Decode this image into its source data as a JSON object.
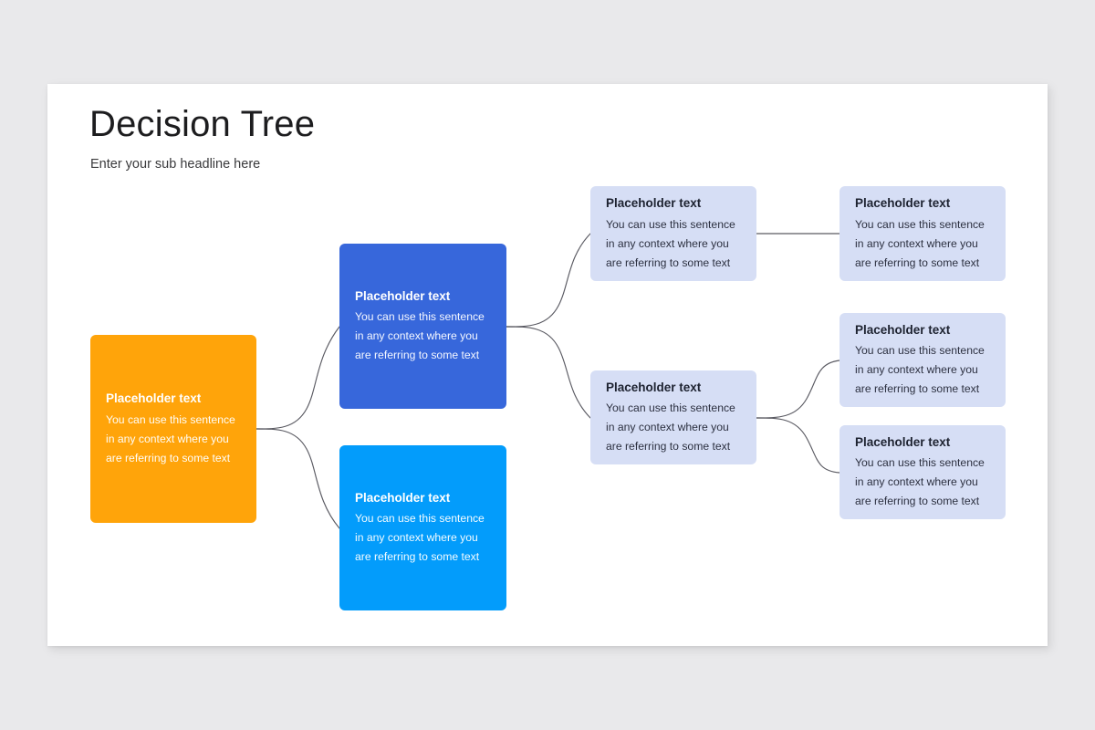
{
  "slide": {
    "title": "Decision Tree",
    "subtitle": "Enter your sub headline here",
    "background_color": "#e9e9eb",
    "surface_color": "#ffffff"
  },
  "palette": {
    "orange": "#ffa40a",
    "royal_blue": "#3767db",
    "cyan_blue": "#039cfb",
    "lavender": "#d6def5",
    "connector": "#5a5a62"
  },
  "diagram": {
    "type": "decision-tree",
    "nodes": [
      {
        "id": "root",
        "level": 0,
        "color": "orange",
        "title": "Placeholder text",
        "body": "You can use this sentence\nin any context where you\nare referring to some text"
      },
      {
        "id": "b1",
        "level": 1,
        "color": "royal_blue",
        "title": "Placeholder text",
        "body": "You can use this sentence\nin any context where you\nare referring to some text"
      },
      {
        "id": "b2",
        "level": 1,
        "color": "cyan_blue",
        "title": "Placeholder text",
        "body": "You can use this sentence\nin any context where you\nare referring to some text"
      },
      {
        "id": "c1",
        "level": 2,
        "color": "lavender",
        "title": "Placeholder text",
        "body": "You can use this sentence\nin any context where you\nare referring to some text"
      },
      {
        "id": "c2",
        "level": 2,
        "color": "lavender",
        "title": "Placeholder text",
        "body": "You can use this sentence\nin any context where you\nare referring to some text"
      },
      {
        "id": "d1",
        "level": 3,
        "color": "lavender",
        "title": "Placeholder text",
        "body": "You can use this sentence\nin any context where you\nare referring to some text"
      },
      {
        "id": "d2",
        "level": 3,
        "color": "lavender",
        "title": "Placeholder text",
        "body": "You can use this sentence\nin any context where you\nare referring to some text"
      },
      {
        "id": "d3",
        "level": 3,
        "color": "lavender",
        "title": "Placeholder text",
        "body": "You can use this sentence\nin any context where you\nare referring to some text"
      }
    ],
    "edges": [
      {
        "from": "root",
        "to": "b1",
        "style": "curve"
      },
      {
        "from": "root",
        "to": "b2",
        "style": "curve"
      },
      {
        "from": "b1",
        "to": "c1",
        "style": "curve"
      },
      {
        "from": "b1",
        "to": "c2",
        "style": "curve"
      },
      {
        "from": "c1",
        "to": "d1",
        "style": "straight"
      },
      {
        "from": "c2",
        "to": "d2",
        "style": "curve"
      },
      {
        "from": "c2",
        "to": "d3",
        "style": "curve"
      }
    ]
  }
}
